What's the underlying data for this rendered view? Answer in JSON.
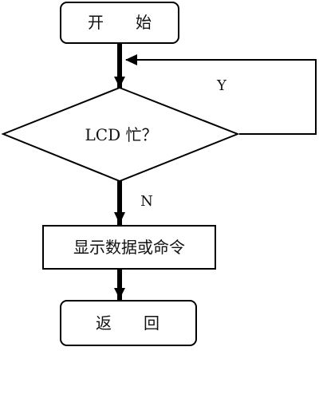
{
  "nodes": {
    "start": {
      "label": "开　　始"
    },
    "decision": {
      "label": "LCD 忙？"
    },
    "process": {
      "label": "显示数据或命令"
    },
    "end": {
      "label": "返　　回"
    }
  },
  "edges": {
    "yes_label": "Y",
    "no_label": "N"
  }
}
